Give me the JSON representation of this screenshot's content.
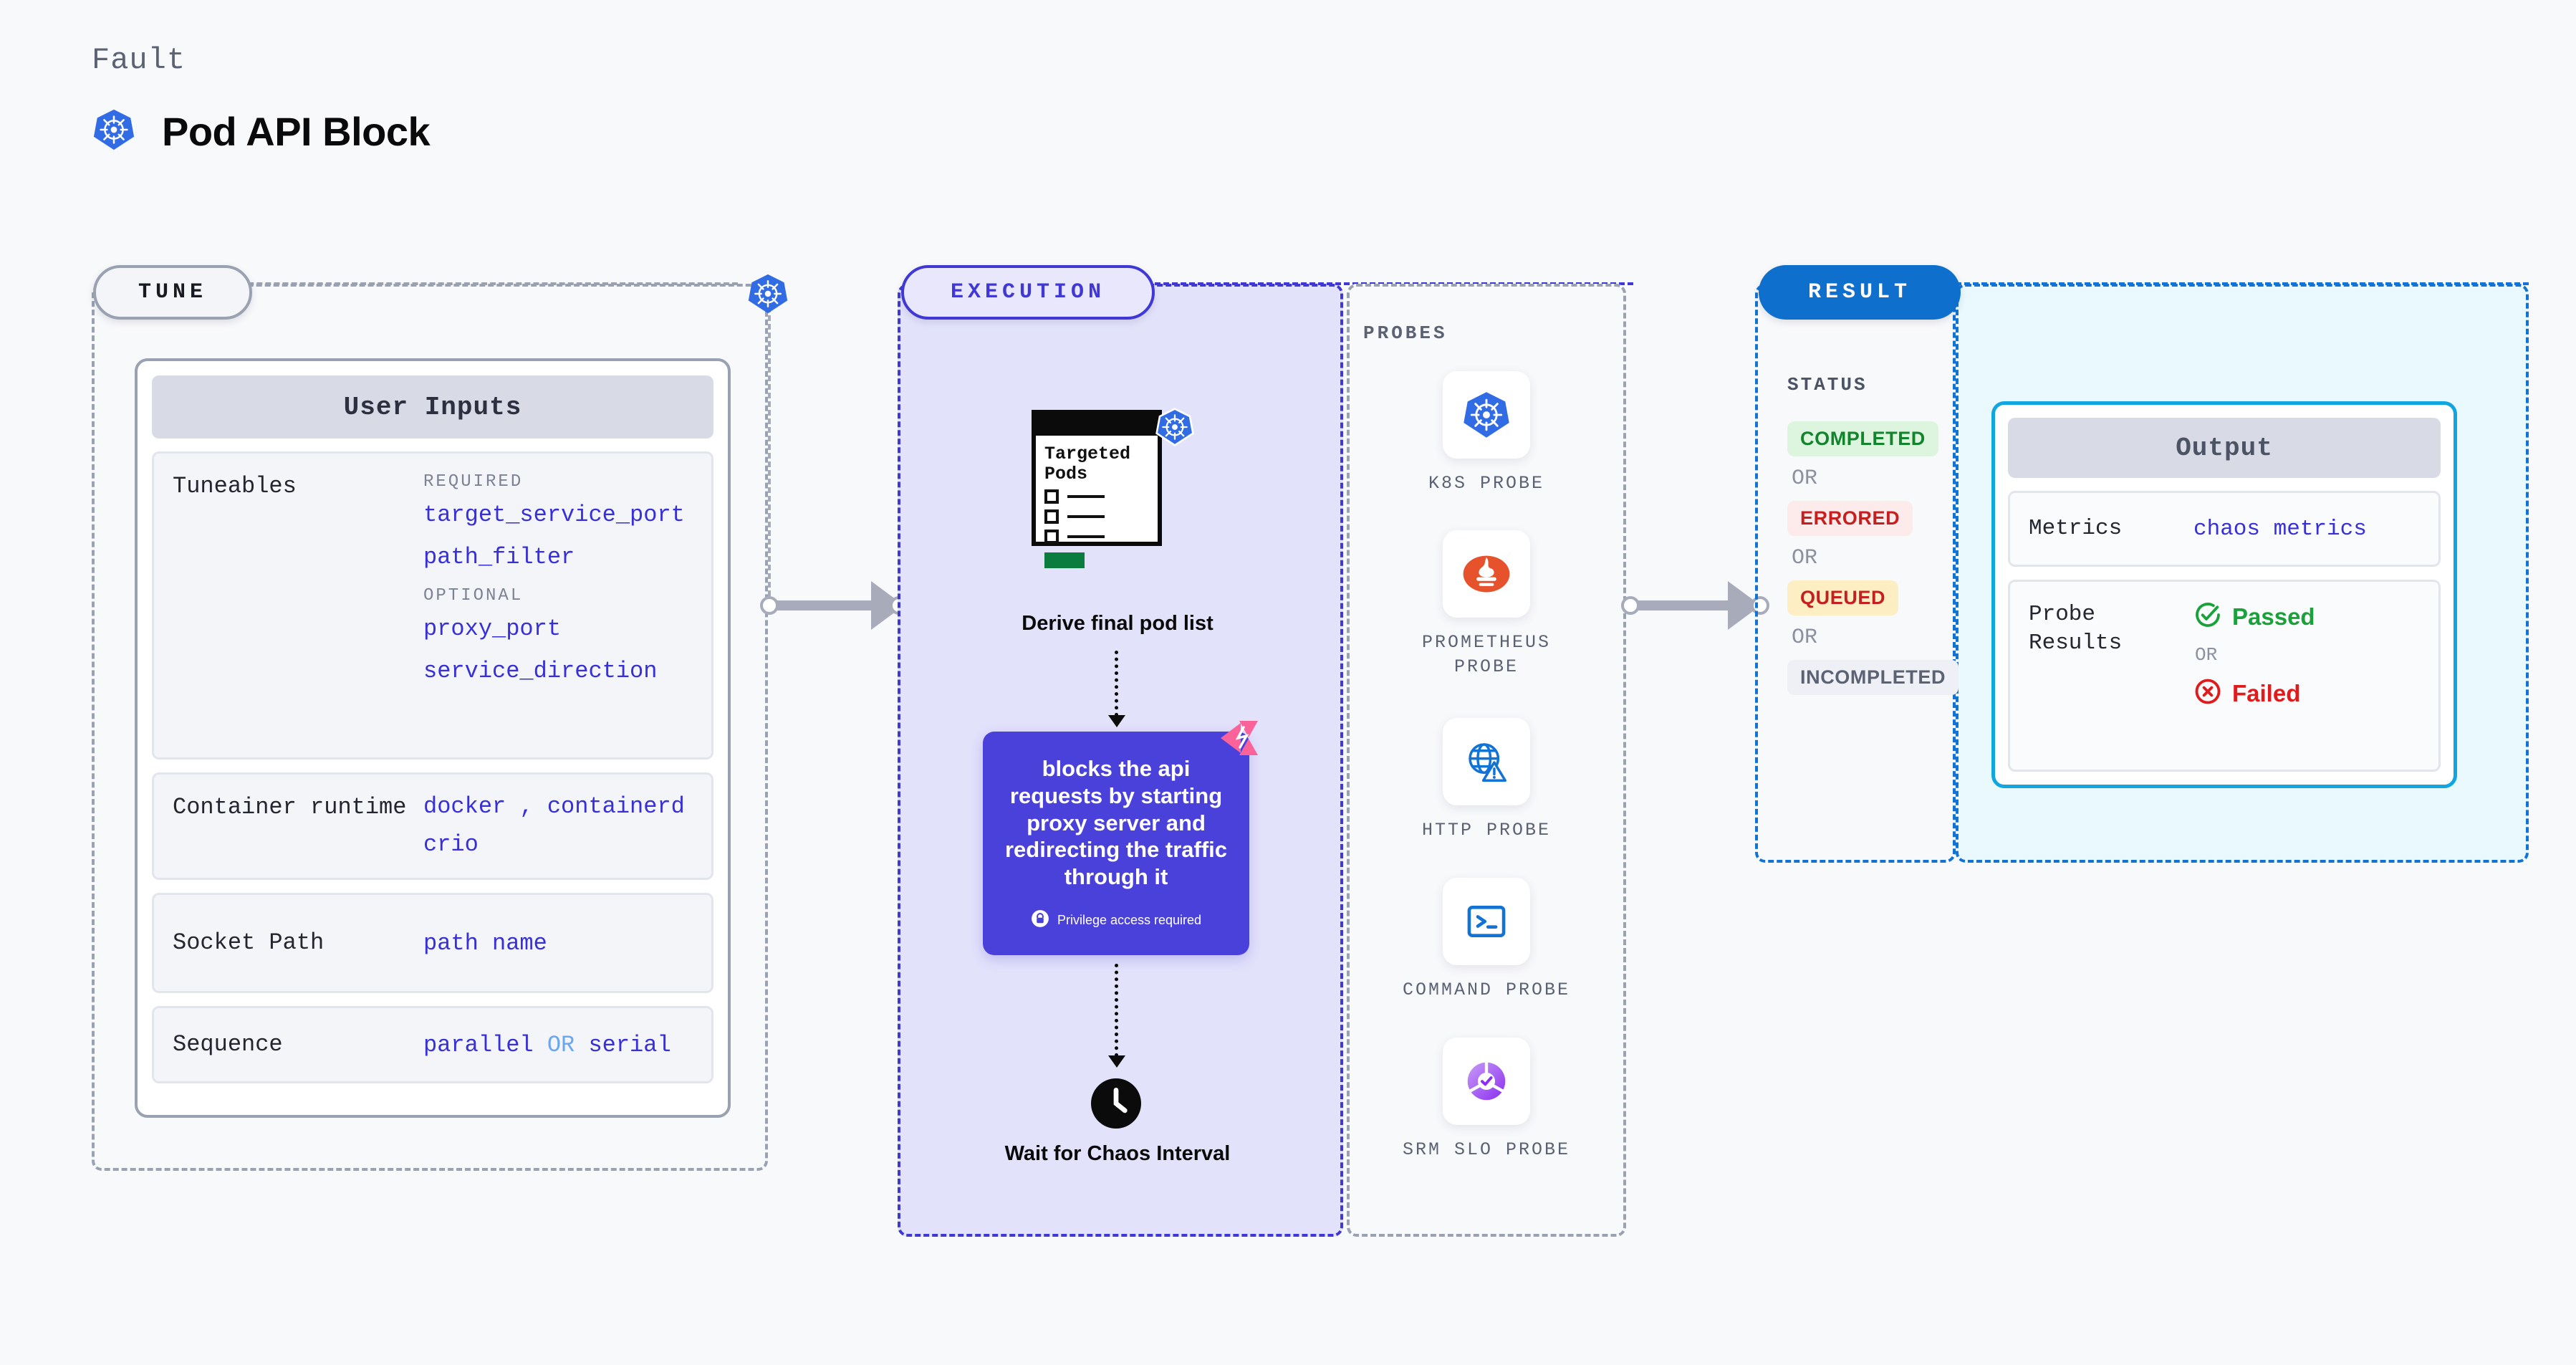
{
  "header": {
    "eyebrow": "Fault",
    "title": "Pod API Block",
    "icon": "kubernetes-icon"
  },
  "tune": {
    "pill": "TUNE",
    "card_title": "User Inputs",
    "rows": [
      {
        "label": "Tuneables",
        "groups": [
          {
            "tag": "REQUIRED",
            "values": [
              "target_service_port",
              "path_filter"
            ]
          },
          {
            "tag": "OPTIONAL",
            "values": [
              "proxy_port",
              "service_direction"
            ]
          }
        ]
      },
      {
        "label": "Container runtime",
        "value_line1": "docker",
        "separator": ",",
        "value_line2": "containerd",
        "value_line3": "crio"
      },
      {
        "label": "Socket Path",
        "value": "path name"
      },
      {
        "label": "Sequence",
        "value_a": "parallel",
        "or": "OR",
        "value_b": "serial"
      }
    ]
  },
  "execution": {
    "pill": "EXECUTION",
    "sticker": {
      "title": "Targeted Pods",
      "icon": "kubernetes-icon"
    },
    "step1_label": "Derive final pod list",
    "action_card": {
      "text": "blocks the api requests by starting proxy server and redirecting the traffic through it",
      "privilege_note": "Privilege access required",
      "corner_icon": "harness-chaos-icon",
      "color": "#4a40da"
    },
    "step2_label": "Wait for Chaos Interval",
    "step2_icon": "clock-icon"
  },
  "probes": {
    "title": "PROBES",
    "items": [
      {
        "label": "K8S PROBE",
        "icon": "kubernetes-icon"
      },
      {
        "label": "PROMETHEUS PROBE",
        "icon": "prometheus-icon"
      },
      {
        "label": "HTTP PROBE",
        "icon": "globe-warning-icon"
      },
      {
        "label": "COMMAND PROBE",
        "icon": "terminal-icon"
      },
      {
        "label": "SRM SLO PROBE",
        "icon": "srm-slo-icon"
      }
    ]
  },
  "result": {
    "pill": "RESULT",
    "status_title": "STATUS",
    "or_text": "OR",
    "statuses": [
      {
        "label": "COMPLETED",
        "color": "#11842c",
        "bg": "#ddf5df"
      },
      {
        "label": "ERRORED",
        "color": "#c61f1f",
        "bg": "#fdeaea"
      },
      {
        "label": "QUEUED",
        "color": "#c61f1f",
        "bg": "#fdeec3"
      },
      {
        "label": "INCOMPLETED",
        "color": "#5b6274",
        "bg": "#eef0f5"
      }
    ],
    "output": {
      "title": "Output",
      "metrics_label": "Metrics",
      "metrics_value": "chaos metrics",
      "probe_results_label": "Probe Results",
      "passed": "Passed",
      "failed": "Failed",
      "or_text": "OR",
      "passed_color": "#1aa13a",
      "failed_color": "#e01b1b"
    }
  }
}
